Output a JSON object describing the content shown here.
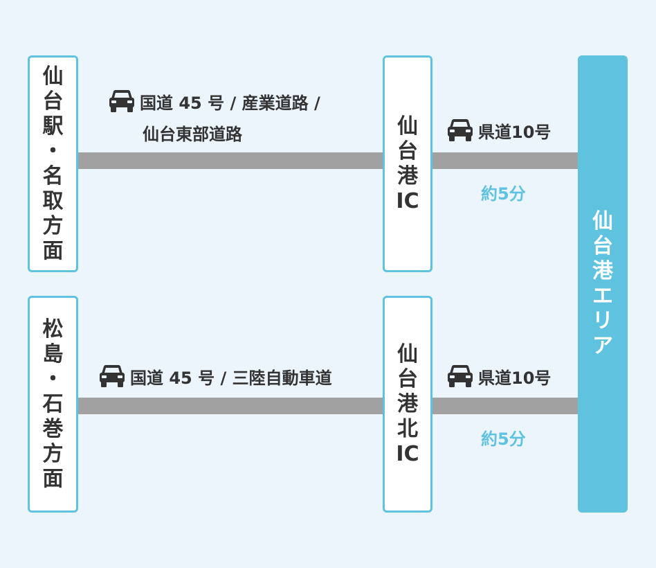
{
  "origins": {
    "sendai": "仙台駅・名取方面",
    "matsushima": "松島・石巻方面"
  },
  "interchanges": {
    "sendaiko": "仙台港IC",
    "sendaiko_kita": "仙台港北IC"
  },
  "destination": "仙台港エリア",
  "routes": {
    "upper": {
      "line1": "国道 45 号 / 産業道路 /",
      "line2": "仙台東部道路"
    },
    "lower": {
      "line1": "国道 45 号 / 三陸自動車道"
    },
    "upper_connector": {
      "road": "県道10号",
      "time": "約5分"
    },
    "lower_connector": {
      "road": "県道10号",
      "time": "約5分"
    }
  },
  "icons": {
    "vehicle": "car-icon"
  },
  "colors": {
    "accent": "#5fc3e0",
    "road": "#a1a1a1",
    "background": "#ebf5fb",
    "text": "#333333"
  }
}
